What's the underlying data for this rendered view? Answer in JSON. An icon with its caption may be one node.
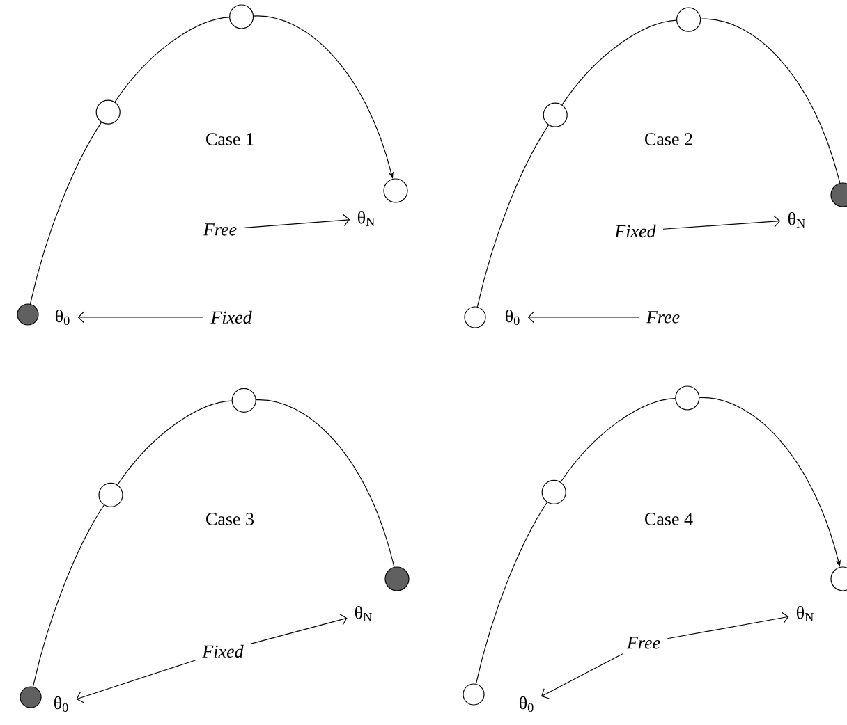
{
  "diagram": {
    "nodes": [
      {
        "text": [
          "θ$_{N}$"
        ]
      },
      {
        "text": [
          "Free"
        ]
      },
      {
        "text": [
          "θ$_{0}$"
        ]
      },
      {
        "text": [
          "Fixed"
        ]
      },
      {
        "text": [
          "θ$_{N}$"
        ]
      },
      {
        "text": [
          "Fixed"
        ]
      },
      {
        "text": [
          "θ$_{0}$"
        ]
      },
      {
        "text": [
          "Free"
        ]
      },
      {
        "text": [
          "θ$_{N}$"
        ]
      },
      {
        "text": [
          "Fixed"
        ]
      },
      {
        "text": [
          "θ$_{0}$"
        ]
      },
      {
        "text": [
          "θ$_{N}$"
        ]
      },
      {
        "text": [
          "Free"
        ]
      },
      {
        "text": [
          "θ$_{0}$"
        ]
      },
      {
        "text": [],
        "shape": "circle"
      },
      {
        "text": [],
        "shape": "circle"
      },
      {
        "text": [],
        "shape": "circle"
      },
      {
        "text": [],
        "shape": "circle"
      },
      {
        "text": [],
        "shape": "circle"
      },
      {
        "text": [],
        "shape": "circle"
      },
      {
        "text": [],
        "shape": "circle"
      },
      {
        "text": [],
        "shape": "circle"
      },
      {
        "text": [],
        "shape": "circle"
      },
      {
        "text": [],
        "shape": "circle"
      },
      {
        "text": [],
        "shape": "circle"
      },
      {
        "text": [],
        "shape": "circle"
      },
      {
        "text": [],
        "shape": "circle"
      },
      {
        "text": [],
        "shape": "circle"
      },
      {
        "text": [],
        "shape": "circle"
      },
      {
        "text": [],
        "shape": "circle"
      }
    ],
    "edges": [
      {
        "from": 1,
        "to": 0,
        "arrow": "to"
      },
      {
        "from": 3,
        "to": 2,
        "arrow": "to"
      },
      {
        "from": 5,
        "to": 4,
        "arrow": "to"
      },
      {
        "from": 7,
        "to": 6,
        "arrow": "to"
      },
      {
        "from": 9,
        "to": 8,
        "arrow": "to"
      },
      {
        "from": 9,
        "to": 10,
        "arrow": "to"
      },
      {
        "from": 12,
        "to": 11,
        "arrow": "to"
      },
      {
        "from": 12,
        "to": 13,
        "arrow": "to"
      },
      {
        "from": 14,
        "to": 15,
        "arrow": "none"
      },
      {
        "from": 15,
        "to": 16,
        "arrow": "none"
      },
      {
        "from": 16,
        "to": 17,
        "arrow": "to"
      },
      {
        "from": 18,
        "to": 19,
        "arrow": "none"
      },
      {
        "from": 19,
        "to": 20,
        "arrow": "none"
      },
      {
        "from": 20,
        "to": 21,
        "arrow": "none"
      },
      {
        "from": 22,
        "to": 23,
        "arrow": "none"
      },
      {
        "from": 23,
        "to": 24,
        "arrow": "none"
      },
      {
        "from": 24,
        "to": 25,
        "arrow": "none"
      },
      {
        "from": 26,
        "to": 27,
        "arrow": "none"
      },
      {
        "from": 27,
        "to": 28,
        "arrow": "none"
      },
      {
        "from": 28,
        "to": 29,
        "arrow": "to"
      }
    ],
    "labels": [
      "Case 1",
      "Case 2",
      "Case 3",
      "Case 4"
    ]
  }
}
